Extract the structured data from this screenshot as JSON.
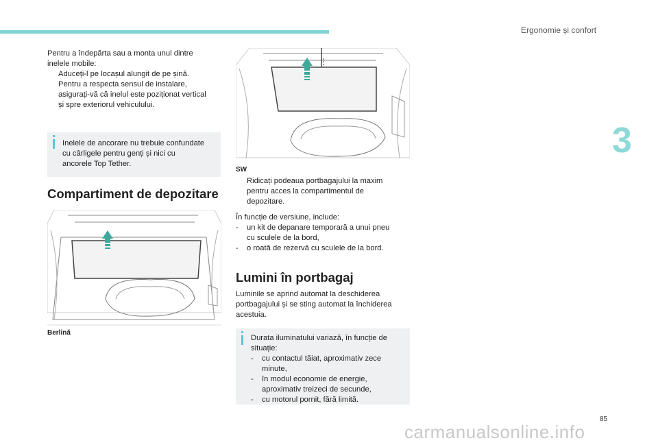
{
  "header": {
    "section_title": "Ergonomie și confort",
    "chapter_number": "3"
  },
  "left": {
    "intro_line1": "Pentru a îndepărta sau a monta unul dintre",
    "intro_line2": "inelele mobile:",
    "bullets": [
      [
        "Aduceți-l pe locașul alungit de pe șină."
      ],
      [
        "Pentru a respecta sensul de instalare,",
        "asigurați-vă că inelul este poziționat vertical",
        "și spre exteriorul vehiculului."
      ]
    ],
    "note_lines": [
      "Inelele de ancorare nu trebuie confundate",
      "cu cârligele pentru genți și nici cu",
      "ancorele Top Tether."
    ],
    "section_title": "Compartiment de depozitare",
    "caption": "Berlină"
  },
  "right": {
    "caption": "SW",
    "bullet_lines": [
      "Ridicați podeaua portbagajului la maxim",
      "pentru acces la compartimentul de",
      "depozitare."
    ],
    "version_intro": "În funcție de versiune, include:",
    "version_items": [
      [
        "un kit de depanare temporară a unui pneu",
        "cu sculele de la bord,"
      ],
      [
        "o roată de rezervă cu sculele de la bord."
      ]
    ],
    "section_title": "Lumini în portbagaj",
    "lumini_lines": [
      "Luminile se aprind automat la deschiderea",
      "portbagajului și se sting automat la închiderea",
      "acestuia."
    ],
    "note_intro": [
      "Durata iluminatului variază, în funcție de",
      "situație:"
    ],
    "note_items": [
      [
        "cu contactul tăiat, aproximativ zece",
        "minute,"
      ],
      [
        "în modul economie de energie,",
        "aproximativ treizeci de secunde,"
      ],
      [
        "cu motorul pornit, fără limită."
      ]
    ]
  },
  "markers": {
    "bullet": "",
    "dash": "-"
  },
  "footer": {
    "page_number": "85",
    "watermark": "carmanualsonline.info"
  },
  "colors": {
    "accent": "#7fd3d3",
    "arrow": "#3fa89a",
    "note_bg": "#eef0f1"
  }
}
